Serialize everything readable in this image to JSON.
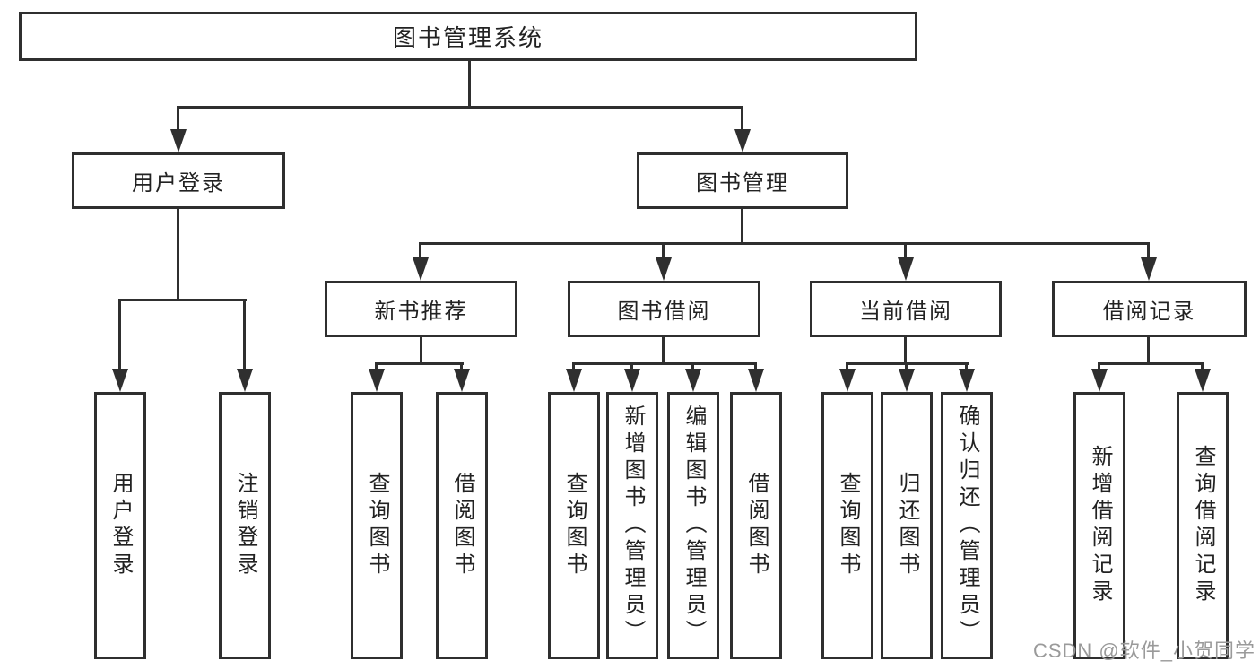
{
  "diagram": {
    "type": "hierarchy-tree",
    "orientation": "top-down"
  },
  "colors": {
    "background": "#ffffff",
    "line": "#2f2f2f",
    "box_border": "#2f2f2f",
    "text": "#222222",
    "watermark_text": "#9a9a9a"
  },
  "watermark": "CSDN @软件_小贺同学",
  "tree": {
    "root": {
      "label": "图书管理系统"
    },
    "children": [
      {
        "label": "用户登录",
        "children": [
          {
            "label": "用户登录"
          },
          {
            "label": "注销登录"
          }
        ]
      },
      {
        "label": "图书管理",
        "children": [
          {
            "label": "新书推荐",
            "children": [
              {
                "label": "查询图书"
              },
              {
                "label": "借阅图书"
              }
            ]
          },
          {
            "label": "图书借阅",
            "children": [
              {
                "label": "查询图书"
              },
              {
                "label": "新增图书（管理员）"
              },
              {
                "label": "编辑图书（管理员）"
              },
              {
                "label": "借阅图书"
              }
            ]
          },
          {
            "label": "当前借阅",
            "children": [
              {
                "label": "查询图书"
              },
              {
                "label": "归还图书"
              },
              {
                "label": "确认归还（管理员）"
              }
            ]
          },
          {
            "label": "借阅记录",
            "children": [
              {
                "label": "新增借阅记录"
              },
              {
                "label": "查询借阅记录"
              }
            ]
          }
        ]
      }
    ]
  }
}
